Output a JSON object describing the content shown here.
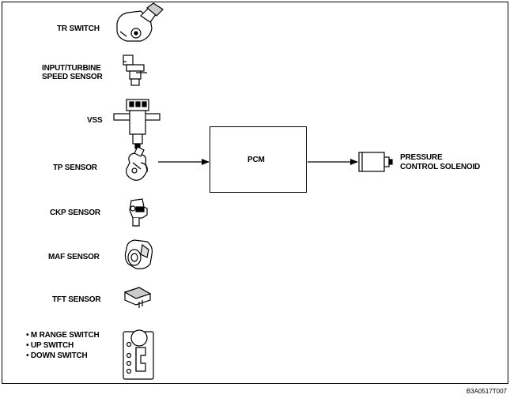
{
  "sensors": [
    {
      "label": "TR SWITCH"
    },
    {
      "label_line1": "INPUT/TURBINE",
      "label_line2": "SPEED SENSOR"
    },
    {
      "label": "VSS"
    },
    {
      "label": "TP SENSOR"
    },
    {
      "label": "CKP SENSOR"
    },
    {
      "label": "MAF SENSOR"
    },
    {
      "label": "TFT SENSOR"
    }
  ],
  "switches": [
    "• M RANGE SWITCH",
    "• UP SWITCH",
    "• DOWN SWITCH"
  ],
  "pcm": {
    "label": "PCM"
  },
  "output": {
    "line1": "PRESSURE",
    "line2": "CONTROL SOLENOID"
  },
  "figure_code": "B3A0517T007"
}
